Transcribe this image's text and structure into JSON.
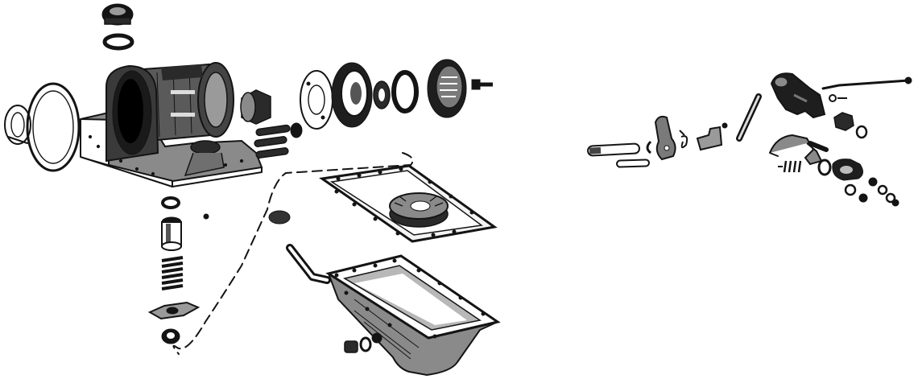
{
  "diagram": {
    "background": "#ffffff",
    "ink": "#141414",
    "left_group": {
      "parts": [
        "filler-cap",
        "cap-washer",
        "bell-housing",
        "front-gasket",
        "end-ring",
        "bearing-sleeve",
        "ring-plate",
        "bearing-housing",
        "oil-seal",
        "washer",
        "rear-cover",
        "cover-bolt",
        "dowel-pins",
        "sump-gasket",
        "oil-pump-cover",
        "oil-sump",
        "dipstick-tube",
        "drain-plug",
        "relief-valve-plunger",
        "relief-valve-spring",
        "valve-retainer-plate",
        "valve-nut",
        "dashed-guide-line"
      ]
    },
    "right_group": {
      "parts": [
        "selector-shaft",
        "pin",
        "circlip",
        "selector-lever",
        "spring-clip",
        "small-lever",
        "link-rod",
        "shift-lever-housing",
        "control-rod",
        "nut",
        "bracket-lever",
        "spring",
        "gasket-plate",
        "washers"
      ]
    }
  }
}
